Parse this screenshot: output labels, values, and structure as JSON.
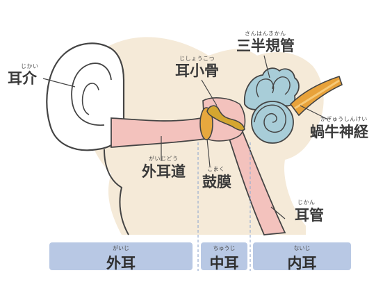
{
  "labels": {
    "auricle": {
      "text": "耳介",
      "ruby": "じかい"
    },
    "ossicles": {
      "text": "耳小骨",
      "ruby": "じしょうこつ"
    },
    "semicircular": {
      "text": "三半規管",
      "ruby": "さんはんきかん"
    },
    "cochlear_nerve": {
      "text": "蝸牛神経",
      "ruby": "かぎゅうしんけい"
    },
    "ear_canal": {
      "text": "外耳道",
      "ruby": "がいじどう"
    },
    "eardrum": {
      "text": "鼓膜",
      "ruby": "こまく"
    },
    "eustachian": {
      "text": "耳管",
      "ruby": "じかん"
    }
  },
  "zones": {
    "outer": {
      "text": "外耳",
      "ruby": "がいじ"
    },
    "middle": {
      "text": "中耳",
      "ruby": "ちゅうじ"
    },
    "inner": {
      "text": "内耳",
      "ruby": "ないじ"
    }
  },
  "colors": {
    "skin": "#f5ead8",
    "canal": "#f3c2bd",
    "outline": "#444444",
    "inner_ear": "#a8cdd8",
    "nerve": "#e8a23a",
    "eardrum": "#e7a83e",
    "ossicle": "#d4a630",
    "zone": "#b8c8e4"
  }
}
